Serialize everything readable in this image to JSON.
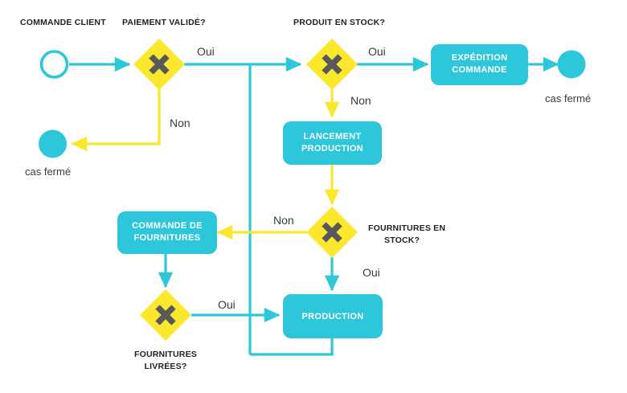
{
  "diagram": {
    "title_text": "",
    "colors": {
      "cyan": "#2ec6da",
      "yellow": "#fbe72e",
      "gateway_mark": "#58595b",
      "text_dark": "#231f20",
      "label_gray": "#3a3a3a",
      "box_text": "#ffffff",
      "background": "#ffffff"
    },
    "captions": {
      "commande_client": "COMMANDE CLIENT",
      "paiement_valide": "PAIEMENT VALIDÉ?",
      "produit_en_stock": "PRODUIT EN STOCK?",
      "fournitures_en_stock_l1": "FOURNITURES EN",
      "fournitures_en_stock_l2": "STOCK?",
      "fournitures_livrees_l1": "FOURNITURES",
      "fournitures_livrees_l2": "LIVRÉES?",
      "cas_ferme_left": "cas fermé",
      "cas_ferme_right": "cas fermé"
    },
    "tasks": {
      "expedition_l1": "EXPÉDITION",
      "expedition_l2": "COMMANDE",
      "lancement_l1": "LANCEMENT",
      "lancement_l2": "PRODUCTION",
      "commande_fourn_l1": "COMMANDE DE",
      "commande_fourn_l2": "FOURNITURES",
      "production": "PRODUCTION"
    },
    "edge_labels": {
      "oui_paiement": "Oui",
      "non_paiement": "Non",
      "oui_stock": "Oui",
      "non_stock": "Non",
      "non_fournitures": "Non",
      "oui_fournitures": "Oui",
      "oui_livrees": "Oui"
    },
    "icons": {
      "gateway_mark": "x-gateway-icon",
      "start_event": "start-event-circle-icon",
      "end_event": "end-event-circle-icon",
      "arrow_head": "arrow-head-icon"
    }
  }
}
